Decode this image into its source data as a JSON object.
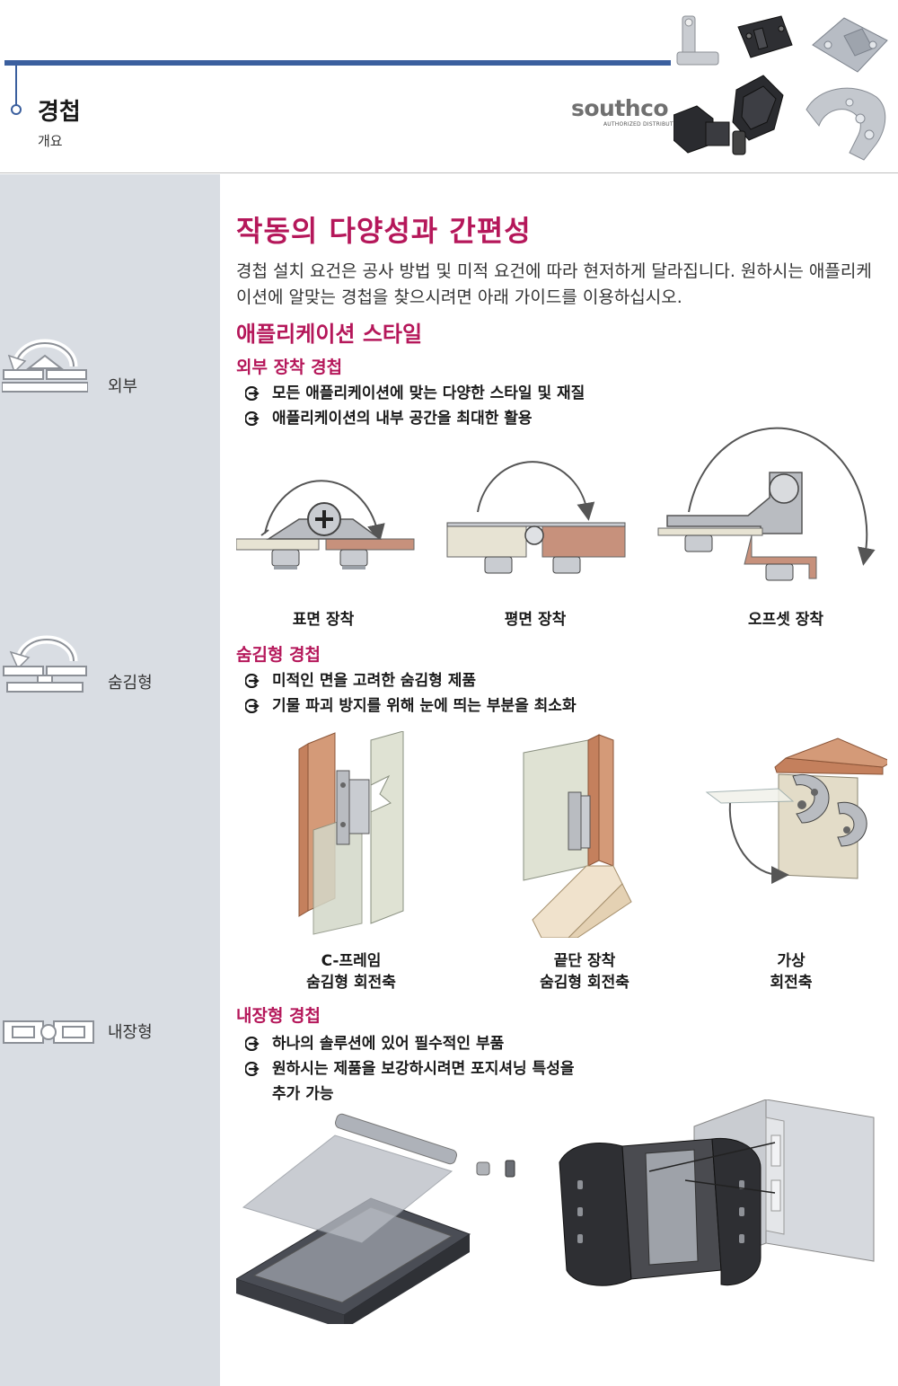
{
  "header": {
    "title": "경첩",
    "subtitle": "개요",
    "logo_word": "southco",
    "logo_sub": "AUTHORIZED DISTRIBUTOR"
  },
  "sidebar": {
    "items": [
      {
        "label": "외부"
      },
      {
        "label": "숨김형"
      },
      {
        "label": "내장형"
      }
    ]
  },
  "main": {
    "heading": "작동의 다양성과 간편성",
    "intro": "경첩 설치 요건은 공사 방법 및 미적 요건에 따라 현저하게 달라집니다. 원하시는 애플리케이션에 알맞는 경첩을 찾으시려면 아래 가이드를 이용하십시오.",
    "application_heading": "애플리케이션 스타일",
    "sections": [
      {
        "title": "외부 장착 경첩",
        "bullets": [
          "모든 애플리케이션에 맞는 다양한 스타일 및 재질",
          "애플리케이션의 내부 공간을 최대한 활용"
        ],
        "captions": [
          "표면 장착",
          "평면 장착",
          "오프셋 장착"
        ]
      },
      {
        "title": "숨김형 경첩",
        "bullets": [
          "미적인 면을 고려한 숨김형 제품",
          "기물 파괴 방지를 위해 눈에 띄는 부분을 최소화"
        ],
        "captions": [
          {
            "line1": "C-프레임",
            "line2": "숨김형 회전축"
          },
          {
            "line1": "끝단 장착",
            "line2": "숨김형 회전축"
          },
          {
            "line1": "가상",
            "line2": "회전축"
          }
        ]
      },
      {
        "title": "내장형 경첩",
        "bullets": [
          "하나의 솔루션에 있어 필수적인 부품",
          "원하시는 제품을 보강하시려면 포지셔닝 특성을",
          "추가 가능"
        ]
      }
    ]
  },
  "colors": {
    "accent": "#b5175a",
    "header_bar": "#3b5f9e",
    "sidebar_bg": "#d9dde3"
  }
}
